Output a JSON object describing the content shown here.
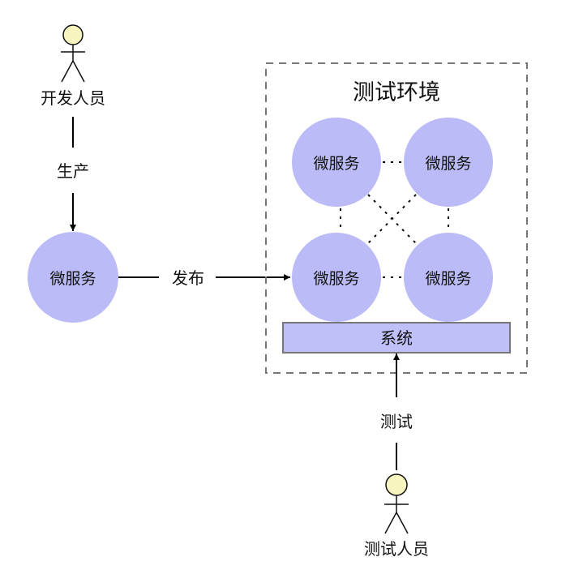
{
  "colors": {
    "node_fill": "#bbbbf7",
    "actor_head_fill": "#f8f6c0",
    "system_fill": "#c0c0f8",
    "system_stroke": "#777777",
    "env_border": "#777777",
    "line": "#000000"
  },
  "actors": {
    "developer": {
      "label": "开发人员",
      "icon": "stick-figure-icon"
    },
    "tester": {
      "label": "测试人员",
      "icon": "stick-figure-icon"
    }
  },
  "edges": {
    "produce": "生产",
    "publish": "发布",
    "test": "测试"
  },
  "source_service": {
    "label": "微服务"
  },
  "test_env": {
    "title": "测试环境",
    "services": [
      {
        "label": "微服务"
      },
      {
        "label": "微服务"
      },
      {
        "label": "微服务"
      },
      {
        "label": "微服务"
      }
    ],
    "system": {
      "label": "系统"
    }
  }
}
